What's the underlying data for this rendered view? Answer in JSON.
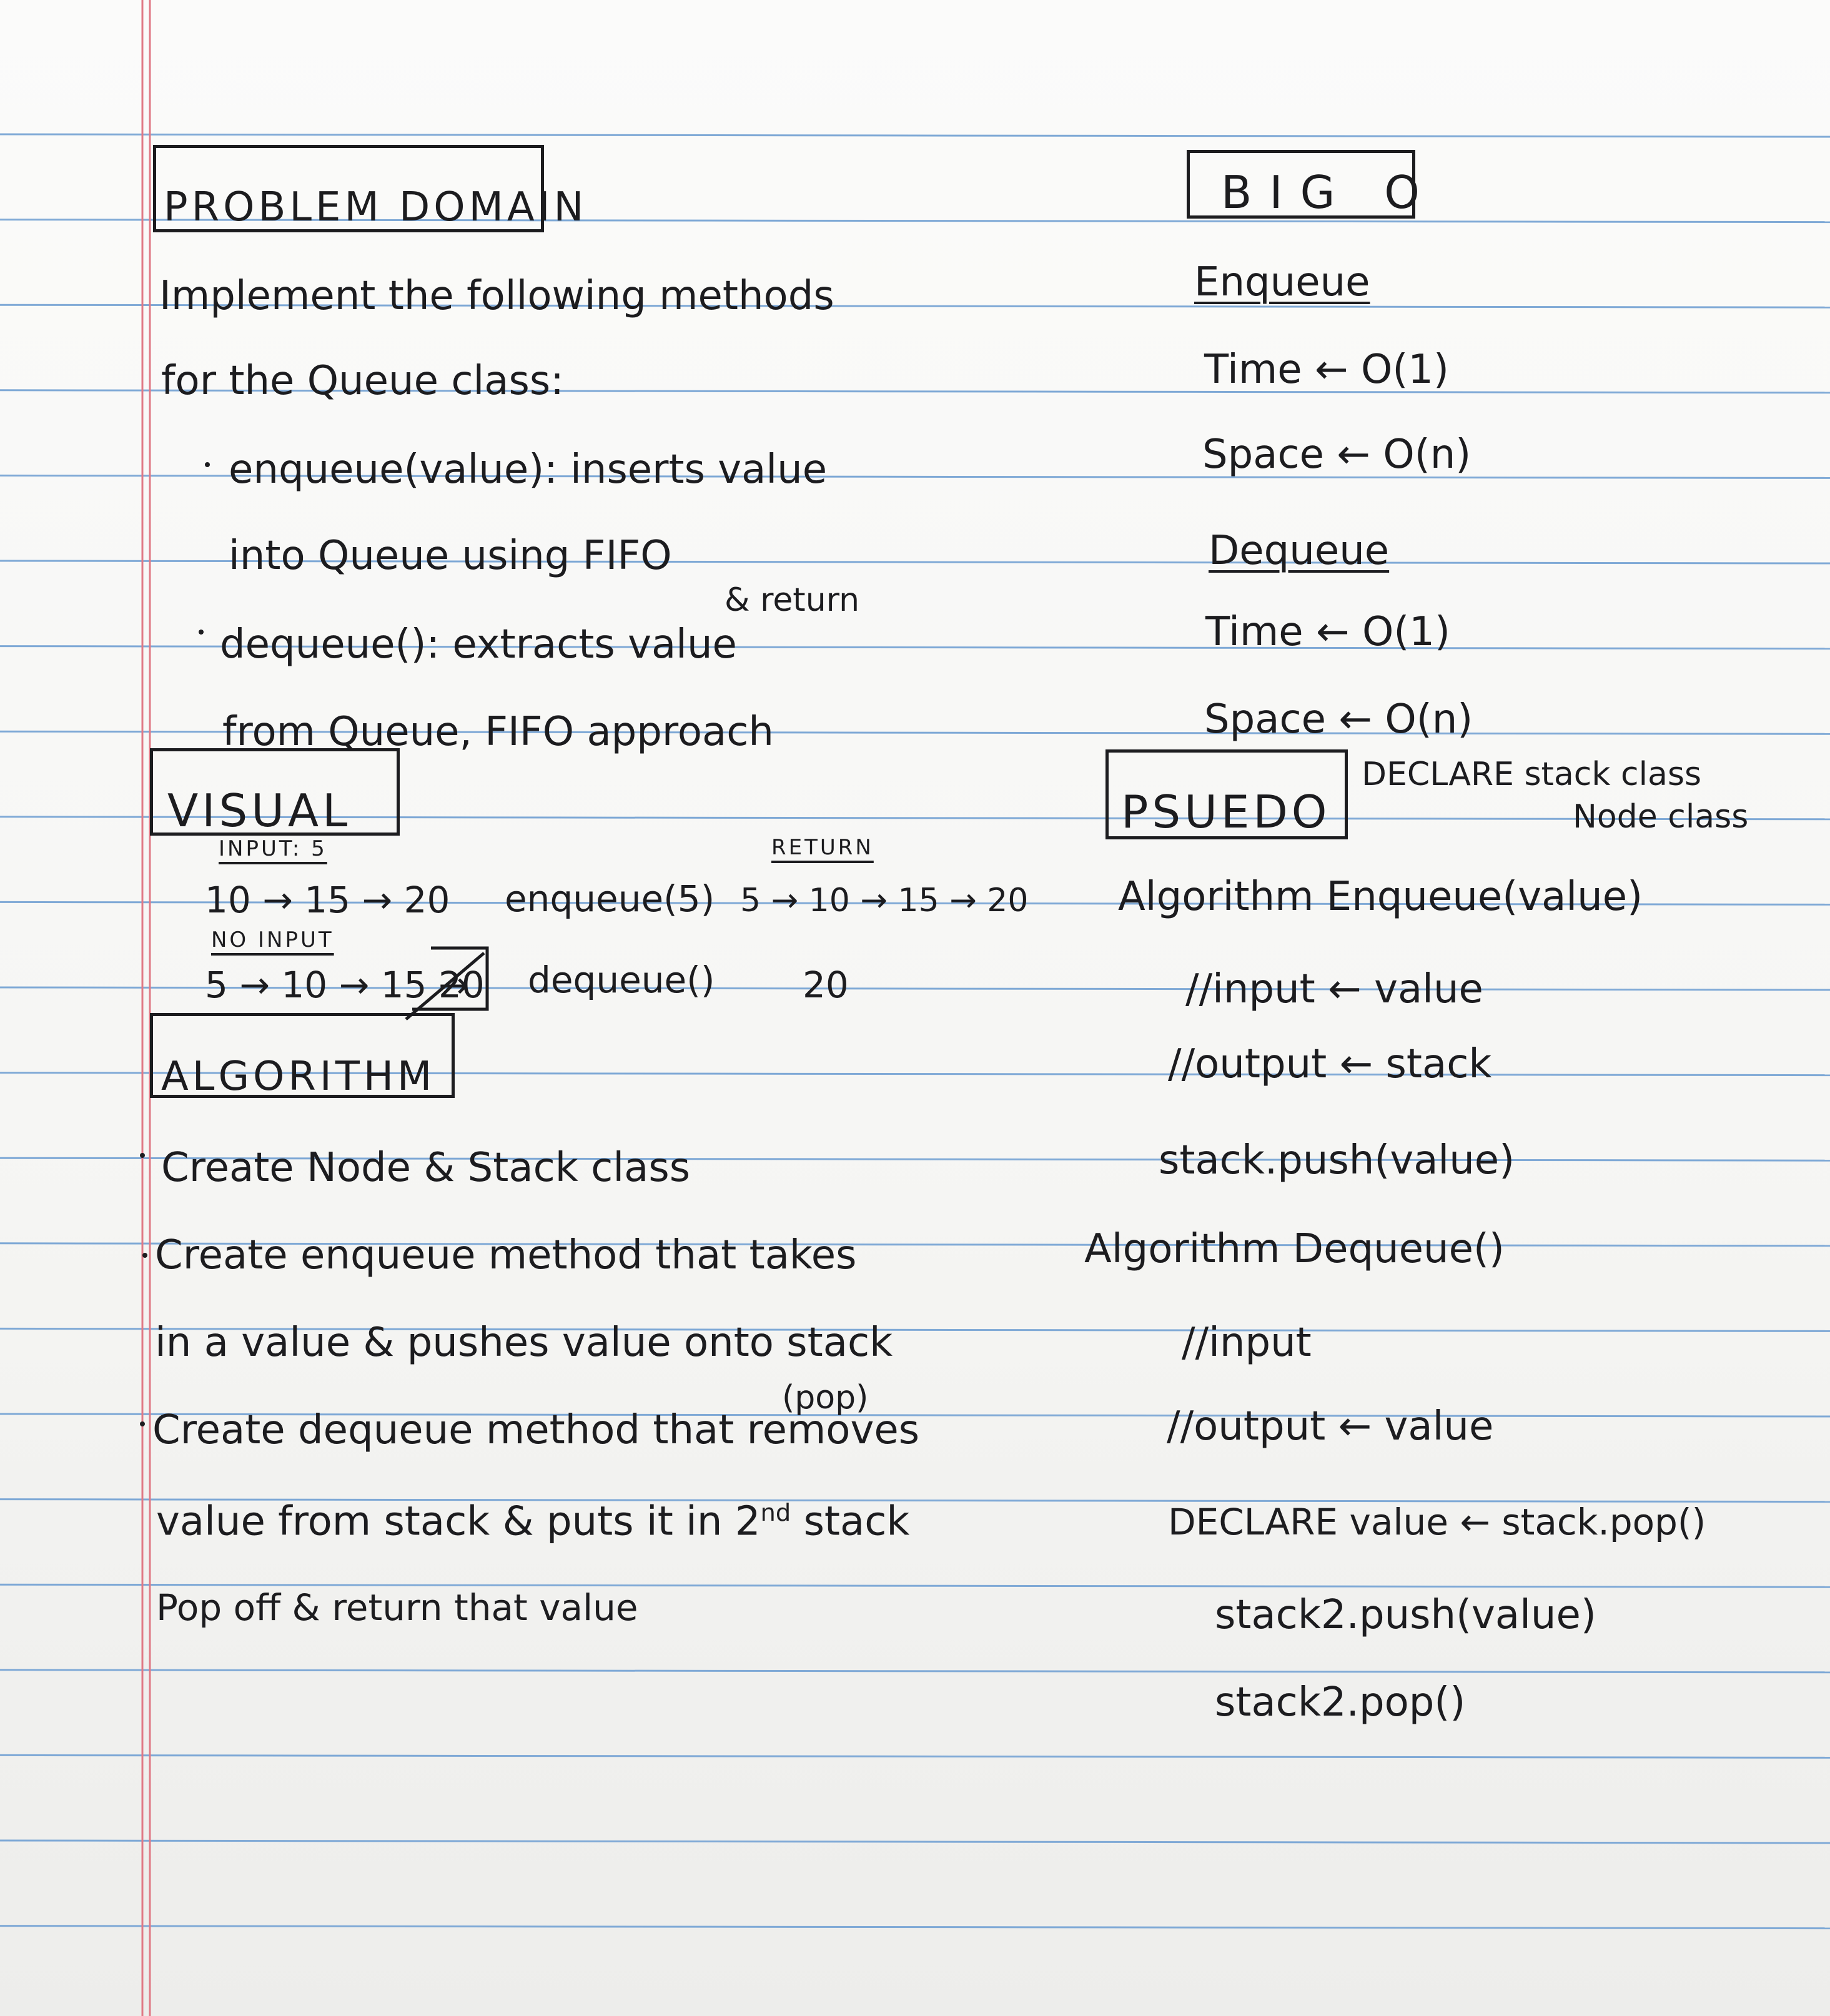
{
  "problem_domain": {
    "heading": "PROBLEM DOMAIN",
    "lines": [
      "Implement the following methods",
      "for the Queue class:",
      "enqueue(value): inserts value",
      "into Queue using FIFO",
      "& return",
      "dequeue(): extracts value",
      "from Queue, FIFO approach"
    ]
  },
  "big_o": {
    "heading": "BIG O",
    "enqueue_title": "Enqueue",
    "enqueue_time": "Time ← O(1)",
    "enqueue_space": "Space ← O(n)",
    "dequeue_title": "Dequeue",
    "dequeue_time": "Time ← O(1)",
    "dequeue_space": "Space ← O(n)"
  },
  "visual": {
    "heading": "VISUAL",
    "input_label": "INPUT: 5",
    "return_label": "RETURN",
    "row1_input": "10 → 15 → 20",
    "row1_method": "enqueue(5)",
    "row1_output": "5 → 10 → 15 → 20",
    "no_input_label": "NO INPUT",
    "row2_input_a": "5 → 10 → 15 →",
    "row2_input_b": "20",
    "row2_method": "dequeue()",
    "row2_output": "20"
  },
  "algorithm": {
    "heading": "ALGORITHM",
    "lines": [
      "Create Node & Stack class",
      "Create enqueue method that takes",
      "in a value & pushes value onto stack",
      "(pop)",
      "Create dequeue method that removes",
      "value from stack & puts it in 2",
      "nd",
      "stack",
      "Pop off & return that value"
    ]
  },
  "pseudo": {
    "heading": "PSUEDO",
    "declare_note_1": "DECLARE stack class",
    "declare_note_2": "Node class",
    "lines": [
      "Algorithm Enqueue(value)",
      "//input ← value",
      "//output ← stack",
      "stack.push(value)",
      "Algorithm Dequeue()",
      "//input",
      "//output ← value",
      "DECLARE value ← stack.pop()",
      "stack2.push(value)",
      "stack2.pop()"
    ]
  }
}
